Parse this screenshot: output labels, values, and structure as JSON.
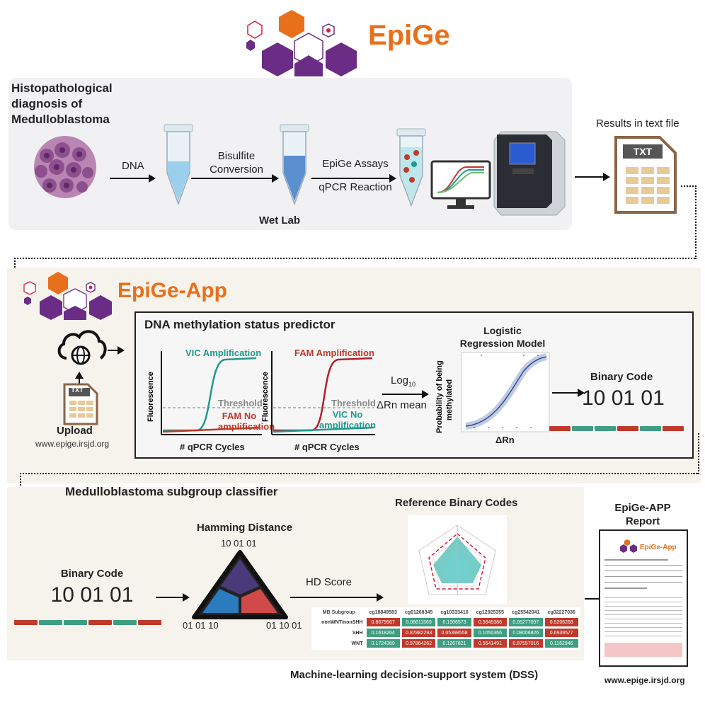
{
  "logo": {
    "brand": "EpiGe",
    "app_brand": "EpiGe-App",
    "orange": "#e8701a",
    "purple": "#6b2c86",
    "red": "#d61c3b"
  },
  "wetlab": {
    "diagnosis_line1": "Histopathological",
    "diagnosis_line2": "diagnosis of",
    "diagnosis_line3": "Medulloblastoma",
    "dna": "DNA",
    "bisulfite1": "Bisulfite",
    "bisulfite2": "Conversion",
    "assays": "EpiGe Assays",
    "qpcr": "qPCR Reaction",
    "wetlab_label": "Wet Lab",
    "results": "Results in text file",
    "txt": "TXT"
  },
  "app": {
    "upload": "Upload",
    "url": "www.epige.irsjd.org",
    "txt": "TXT"
  },
  "predictor": {
    "title": "DNA methylation status predictor",
    "chart1": {
      "amp": "VIC Amplification",
      "threshold": "Threshold",
      "noamp1": "FAM No",
      "noamp2": "amplification",
      "ylabel": "Fluorescence",
      "xlabel": "# qPCR Cycles"
    },
    "chart2": {
      "amp": "FAM Amplification",
      "threshold": "Threshold",
      "noamp1": "VIC No",
      "noamp2": "amplification",
      "ylabel": "Fluorescence",
      "xlabel": "# qPCR Cycles"
    },
    "log_label": "Log",
    "log_sub": "10",
    "drn_mean": "ΔRn mean",
    "model_title1": "Logistic",
    "model_title2": "Regression Model",
    "model_ylabel1": "Probability of being",
    "model_ylabel2": "methylated",
    "model_xlabel": "ΔRn",
    "binary_title": "Binary Code",
    "binary_value": "10 01 01"
  },
  "classifier": {
    "title": "Medulloblastoma subgroup classifier",
    "binary_title": "Binary Code",
    "binary_value": "10 01 01",
    "hamming_title": "Hamming Distance",
    "hd_top": "10 01 01",
    "hd_left": "01 01 10",
    "hd_right": "01 10 01",
    "hd_score": "HD Score",
    "ref_title": "Reference Binary Codes",
    "dss": "Machine-learning decision-support system (DSS)",
    "report1": "EpiGe-APP",
    "report2": "Report",
    "report_url": "www.epige.irsjd.org"
  },
  "ref_table": {
    "headers": [
      "MB Subgroup",
      "cg18849583",
      "cg01268345",
      "cg10333416",
      "cg12925355",
      "cg25542041",
      "cg02227036"
    ],
    "rows": [
      {
        "name": "nonWNT/nonSHH",
        "cells": [
          "0.8679567",
          "0.08611569",
          "0.1306573",
          "0.5645386",
          "0.05277097",
          "0.5206268"
        ],
        "colors": [
          "red",
          "green",
          "green",
          "red",
          "green",
          "red"
        ]
      },
      {
        "name": "SHH",
        "cells": [
          "0.1618264",
          "0.87882293",
          "0.05398558",
          "0.1050366",
          "0.08006826",
          "0.6939577"
        ],
        "colors": [
          "green",
          "red",
          "red",
          "green",
          "green",
          "red"
        ]
      },
      {
        "name": "WNT",
        "cells": [
          "0.1724369",
          "0.97864262",
          "0.1267821",
          "0.5541491",
          "0.87557016",
          "0.1162946"
        ],
        "colors": [
          "green",
          "red",
          "green",
          "red",
          "red",
          "green"
        ]
      }
    ]
  }
}
